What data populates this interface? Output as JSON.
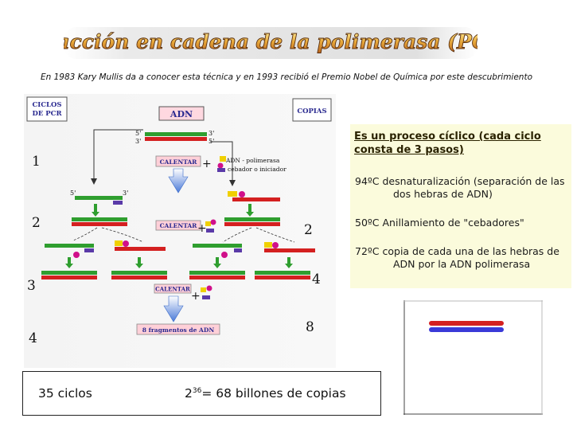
{
  "title": "Reacción en cadena de la polimerasa (PCR)",
  "subtitle": "En 1983 Kary Mullis da a conocer esta técnica y en 1993 recibió el Premio Nobel de Química por este descubrimiento",
  "diagram": {
    "cycles_label_line1": "CICLOS",
    "cycles_label_line2": "DE PCR",
    "dna_label": "ADN",
    "copies_label": "COPIAS",
    "strand_5": "5'",
    "strand_3": "3'",
    "heat_label": "CALENTAR",
    "plus": "+",
    "legend_polymerase": "ADN - polimerasa",
    "legend_primer": "cebador o iniciador",
    "cycle_numbers": [
      "1",
      "2",
      "3",
      "4"
    ],
    "copy_counts": [
      "2",
      "4",
      "8"
    ],
    "fragments_label": "8 fragmentos de ADN",
    "colors": {
      "green": "#2f9e2f",
      "red": "#d42020",
      "blue": "#3a3ad8",
      "magenta": "#d0108a",
      "yellow": "#f0d000",
      "purple": "#5a3aa8"
    }
  },
  "panel": {
    "title": "Es un proceso cíclico (cada ciclo consta de 3 pasos)",
    "steps": [
      {
        "text": "94ºC  desnaturalización (separación de las dos hebras de ADN)"
      },
      {
        "text": "50ºC  Anillamiento de \"cebadores\""
      },
      {
        "text": "72ºC  copia de cada una de las hebras de ADN por la ADN polimerasa"
      }
    ]
  },
  "summary": {
    "cycles": "35 ciclos",
    "base": "2",
    "exponent": "36",
    "result": "= 68 billones de copias"
  },
  "result_colors": {
    "strand_top": "#d42020",
    "strand_bottom": "#3a3ad8"
  }
}
